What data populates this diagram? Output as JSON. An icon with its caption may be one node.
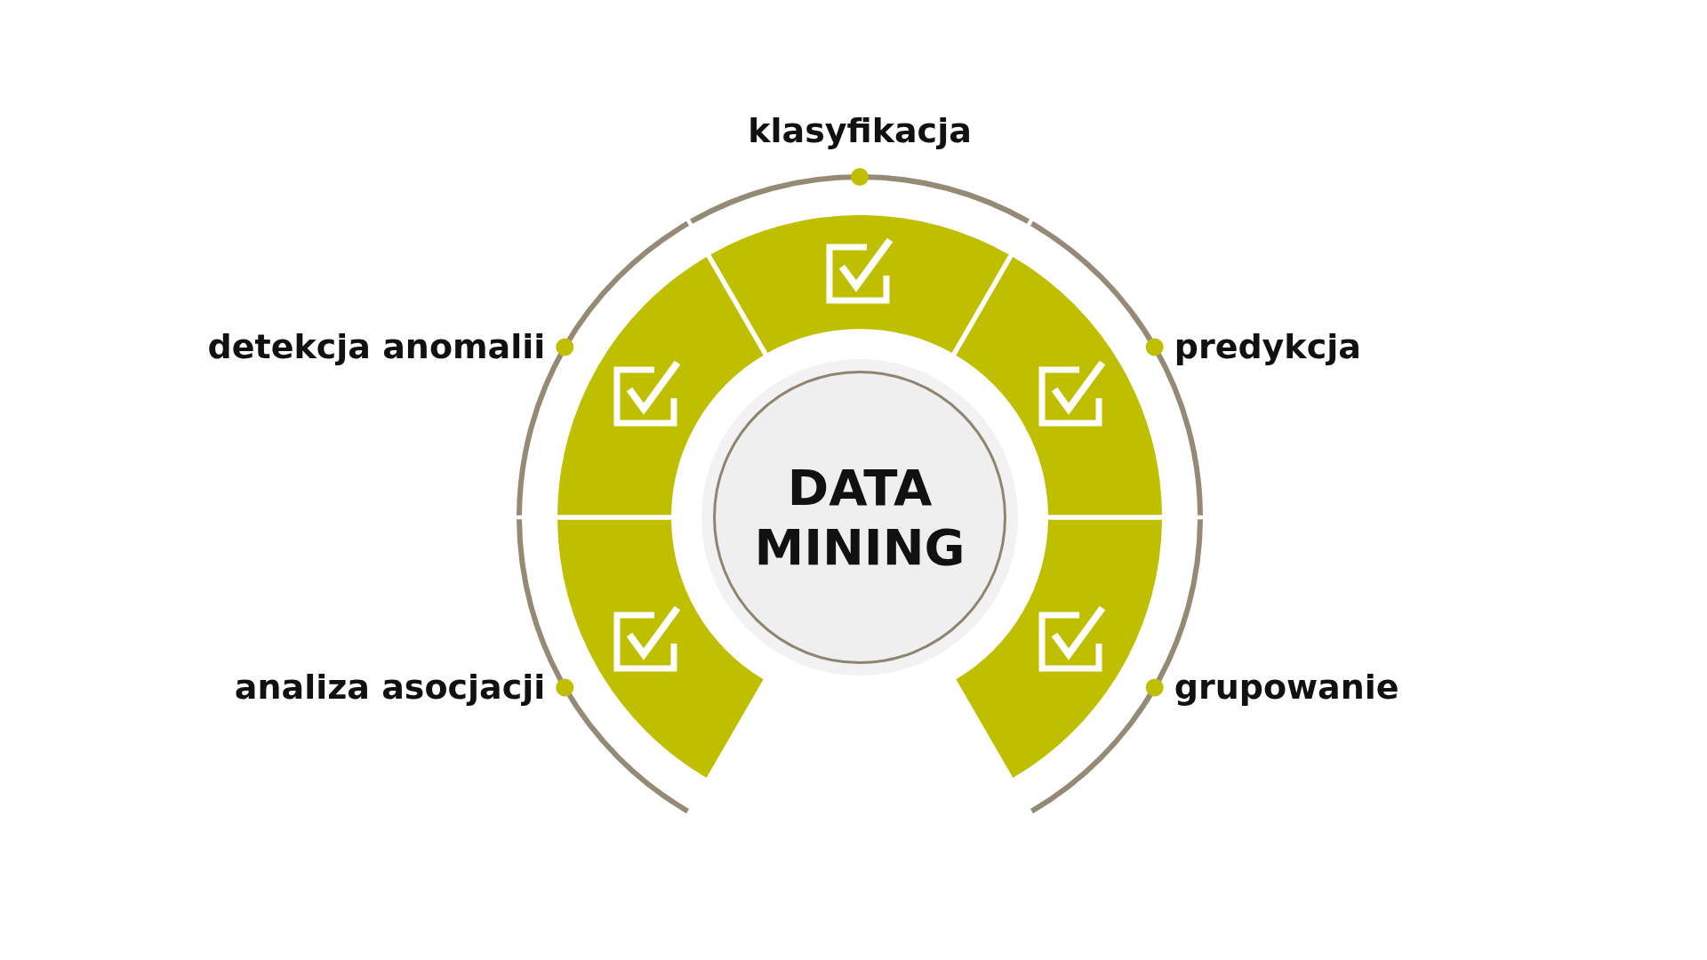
{
  "diagram": {
    "nodes": [
      {
        "text": [
          "DATA MINING"
        ]
      }
    ],
    "labels": [
      "klasyfikacja",
      "detekcja anomalii",
      "predykcja",
      "analiza asocjacji",
      "grupowanie"
    ]
  }
}
